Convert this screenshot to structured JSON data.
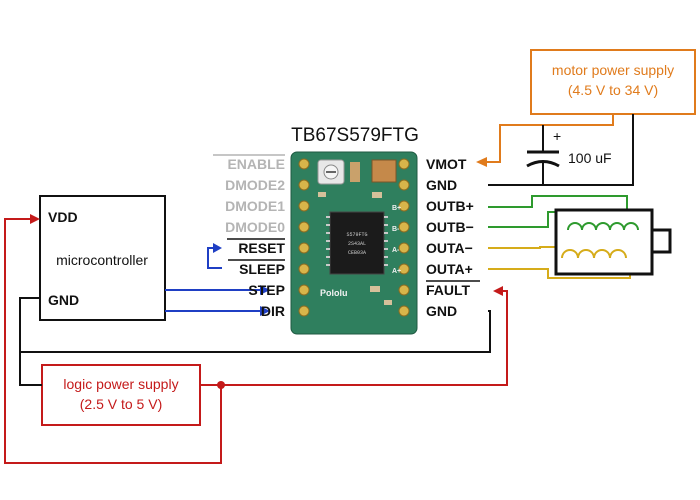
{
  "title": "TB67S579FTG",
  "left_pins": [
    {
      "label": "ENABLE",
      "overline": true,
      "active": false
    },
    {
      "label": "DMODE2",
      "overline": false,
      "active": false
    },
    {
      "label": "DMODE1",
      "overline": false,
      "active": false
    },
    {
      "label": "DMODE0",
      "overline": false,
      "active": false
    },
    {
      "label": "RESET",
      "overline": true,
      "active": true
    },
    {
      "label": "SLEEP",
      "overline": true,
      "active": true
    },
    {
      "label": "STEP",
      "overline": false,
      "active": true
    },
    {
      "label": "DIR",
      "overline": false,
      "active": true
    }
  ],
  "right_pins": [
    {
      "label": "VMOT",
      "overline": false
    },
    {
      "label": "GND",
      "overline": false
    },
    {
      "label": "OUTB+",
      "overline": false
    },
    {
      "label": "OUTB−",
      "overline": false
    },
    {
      "label": "OUTA−",
      "overline": false
    },
    {
      "label": "OUTA+",
      "overline": false
    },
    {
      "label": "FAULT",
      "overline": true
    },
    {
      "label": "GND",
      "overline": false
    }
  ],
  "microcontroller": {
    "label": "microcontroller",
    "vdd": "VDD",
    "gnd": "GND"
  },
  "motor_supply": {
    "line1": "motor power supply",
    "line2": "(4.5 V to 34 V)"
  },
  "logic_supply": {
    "line1": "logic power supply",
    "line2": "(2.5 V to 5 V)"
  },
  "capacitor": {
    "value": "100 uF",
    "polarity": "+"
  },
  "board": {
    "brand": "Pololu",
    "chip_marking": [
      "S579FTG",
      "2S43AL",
      "CEB03A"
    ],
    "silk_labels": [
      "B+",
      "B-",
      "A-",
      "A+"
    ]
  },
  "colors": {
    "orange_wire": "#e07b1c",
    "red_wire": "#c41a1a",
    "blue_wire": "#1f3fc4",
    "green_wire": "#2e9a2e",
    "yellow_wire": "#d6ac1a",
    "board": "#2f7f5e",
    "black_wire": "#111111"
  }
}
